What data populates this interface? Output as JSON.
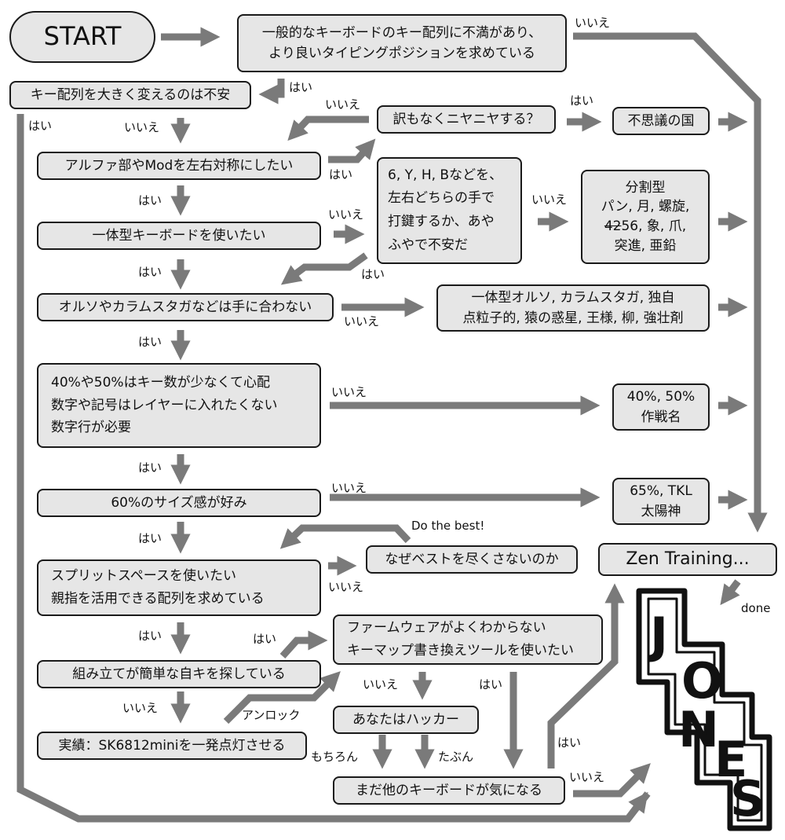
{
  "nodes": {
    "start": "START",
    "q_dissatisfied": "一般的なキーボードのキー配列に不満があり、\nより良いタイピングポジションを求めている",
    "q_anxious_change": "キー配列を大きく変えるのは不安",
    "q_grinning": "訳もなくニヤニヤする？",
    "r_wonderland": "不思議の国",
    "q_symmetric": "アルファ部やModを左右対称にしたい",
    "q_which_hand": "6, Y, H, Bなどを、\n左右どちらの手で\n打鍵するか、あや\nふやで不安だ",
    "r_split_title": "分割型",
    "r_split_line1": "パン, 月, 螺旋,",
    "r_split_strike": "42",
    "r_split_line2_rest": "56, 象, 爪,",
    "r_split_line3": "突進, 亜鉛",
    "q_unibody": "一体型キーボードを使いたい",
    "q_ortho_misfit": "オルソやカラムスタガなどは手に合わない",
    "r_unibody_list": "一体型オルソ, カラムスタガ, 独自\n点粒子的, 猿の惑星, 王様, 柳, 強壮剤",
    "q_40_50": "40%や50%はキー数が少なくて心配\n数字や記号はレイヤーに入れたくない\n数字行が必要",
    "r_40_50": "40%, 50%\n作戦名",
    "q_60": "60%のサイズ感が好み",
    "r_65": "65%, TKL\n太陽神",
    "q_split_space": "スプリットスペースを使いたい\n親指を活用できる配列を求めている",
    "q_not_best": "なぜベストを尽くさないのか",
    "r_zen": "Zen Training...",
    "q_firmware": "ファームウェアがよくわからない\nキーマップ書き換えツールを使いたい",
    "q_easy_build": "組み立てが簡単な自キを探している",
    "q_hacker": "あなたはハッカー",
    "achievement": "実績：SK6812miniを一発点灯させる",
    "q_other_keyboards": "まだ他のキーボードが気になる"
  },
  "edge_labels": {
    "start_no": "いいえ",
    "dissatisfied_yes": "はい",
    "anxious_yes": "はい",
    "anxious_no": "いいえ",
    "grin_no": "いいえ",
    "grin_yes": "はい",
    "symmetric_yes": "はい",
    "symmetric_yes2": "はい",
    "unibody_no": "いいえ",
    "which_hand_no": "いいえ",
    "unibody_yes": "はい",
    "which_hand_yes": "はい",
    "ortho_no": "いいえ",
    "ortho_yes": "はい",
    "forty_no": "いいえ",
    "forty_yes": "はい",
    "sixty_no": "いいえ",
    "sixty_yes": "はい",
    "do_the_best": "Do the best!",
    "split_no": "いいえ",
    "split_yes": "はい",
    "firmware_yes_left": "はい",
    "firmware_no": "いいえ",
    "firmware_yes_right": "はい",
    "easy_no": "いいえ",
    "unlock": "アンロック",
    "of_course": "もちろん",
    "probably": "たぶん",
    "other_yes": "はい",
    "other_no": "いいえ",
    "done": "done"
  },
  "logo": {
    "text": "JONES",
    "letters": [
      "J",
      "O",
      "N",
      "E",
      "S"
    ]
  },
  "colors": {
    "arrow": "#7a7a7a",
    "box_fill": "#e6e6e6",
    "box_border": "#1a1a1a"
  }
}
